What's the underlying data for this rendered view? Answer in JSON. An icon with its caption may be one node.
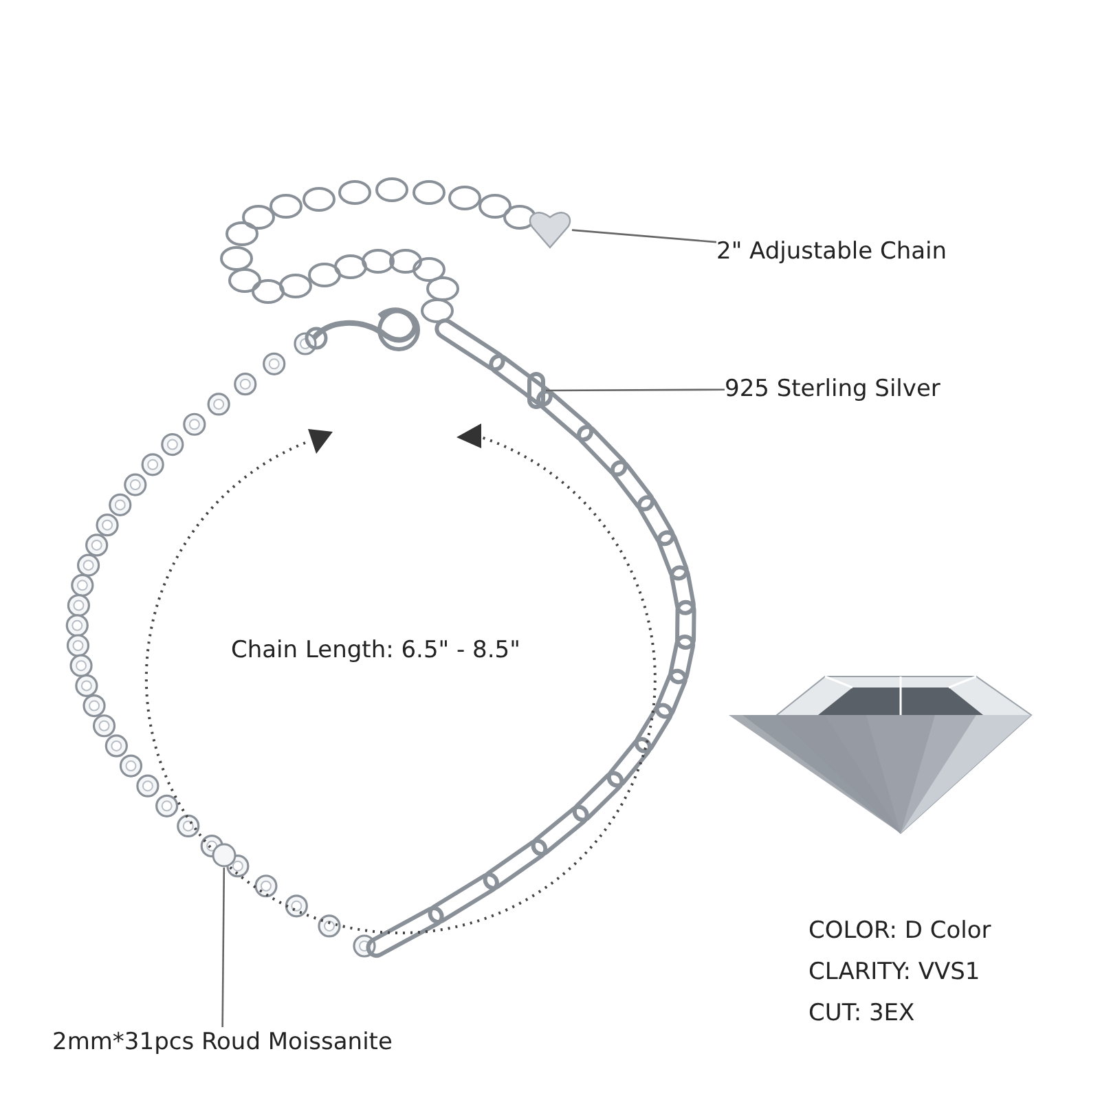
{
  "diagram": {
    "nodes": [
      {
        "text": [
          "2\" Adjustable Chain"
        ]
      },
      {
        "text": [],
        "shape": "picture"
      },
      {
        "text": [
          "925 Sterling Silver"
        ]
      },
      {
        "text": [],
        "shape": "box"
      },
      {
        "text": [
          "2mm*31pcs Roud Moissanite"
        ]
      },
      {
        "text": [],
        "shape": "circle"
      }
    ],
    "edges": [
      {
        "from": 0,
        "to": 1,
        "arrow": "none"
      },
      {
        "from": 2,
        "to": 3,
        "arrow": "none"
      },
      {
        "from": 4,
        "to": 5,
        "arrow": "none"
      }
    ],
    "labels": [
      "Chain Length: 6.5\" - 8.5\"",
      "COLOR: D Color",
      "CLARITY: VVS1",
      "CUT: 3EX"
    ]
  }
}
